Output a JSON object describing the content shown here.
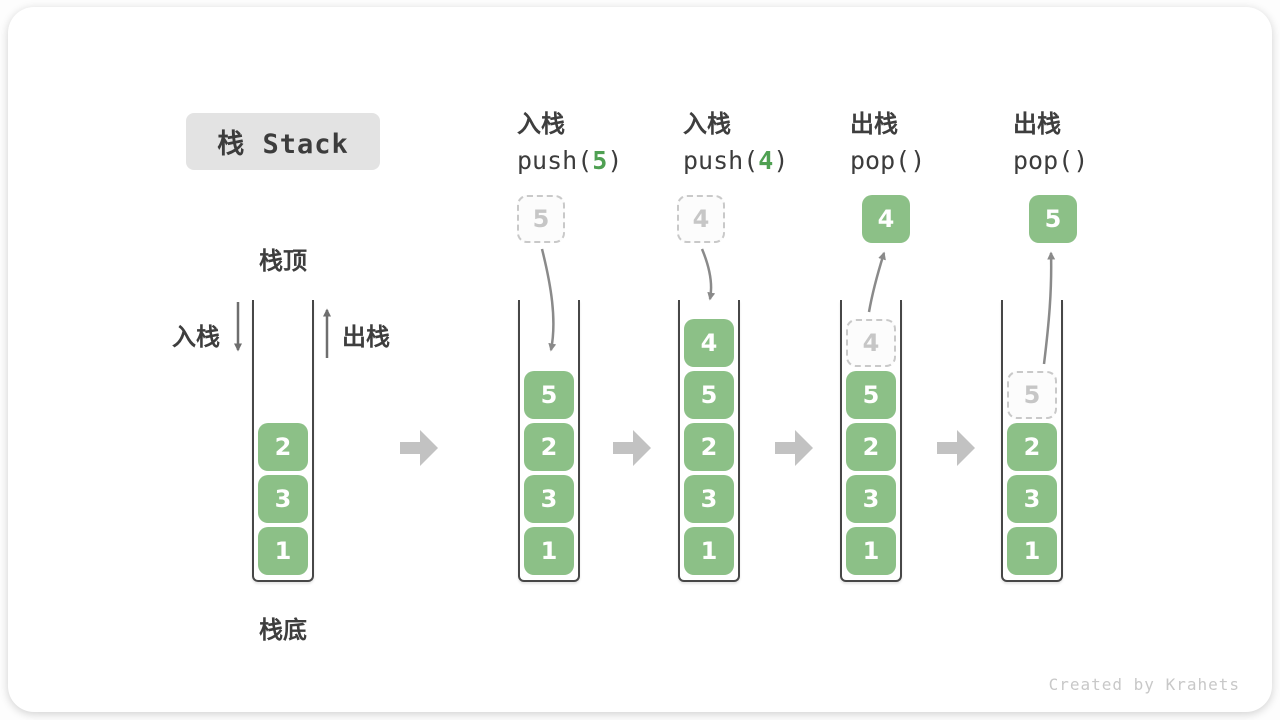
{
  "title": "栈 Stack",
  "watermark": "Created by Krahets",
  "first_column": {
    "top_label": "栈顶",
    "bottom_label": "栈底",
    "push_label": "入栈",
    "pop_label": "出栈"
  },
  "colors": {
    "box_green": "#8cc087",
    "code_arg_green": "#4fa052",
    "text_dark": "#3c3c3c",
    "dashed_gray": "#c9c9c9",
    "flow_arrow_gray": "#8a8a8a",
    "block_arrow_gray": "#c2c2c2",
    "title_bg": "#e3e3e3",
    "well_outline": "#474747"
  },
  "stages": [
    {
      "name": "initial",
      "items": [
        {
          "v": "2",
          "type": "solid"
        },
        {
          "v": "3",
          "type": "solid"
        },
        {
          "v": "1",
          "type": "solid"
        }
      ]
    },
    {
      "name": "push-5",
      "op_label": "入栈",
      "code_pre": "push(",
      "code_arg": "5",
      "code_post": ")",
      "float_item": {
        "v": "5",
        "type": "dashed"
      },
      "items": [
        {
          "v": "5",
          "type": "solid"
        },
        {
          "v": "2",
          "type": "solid"
        },
        {
          "v": "3",
          "type": "solid"
        },
        {
          "v": "1",
          "type": "solid"
        }
      ]
    },
    {
      "name": "push-4",
      "op_label": "入栈",
      "code_pre": "push(",
      "code_arg": "4",
      "code_post": ")",
      "float_item": {
        "v": "4",
        "type": "dashed"
      },
      "items": [
        {
          "v": "4",
          "type": "solid"
        },
        {
          "v": "5",
          "type": "solid"
        },
        {
          "v": "2",
          "type": "solid"
        },
        {
          "v": "3",
          "type": "solid"
        },
        {
          "v": "1",
          "type": "solid"
        }
      ]
    },
    {
      "name": "pop-4",
      "op_label": "出栈",
      "code_pre": "pop(",
      "code_arg": "",
      "code_post": ")",
      "float_item": {
        "v": "4",
        "type": "solid"
      },
      "items": [
        {
          "v": "4",
          "type": "dashed"
        },
        {
          "v": "5",
          "type": "solid"
        },
        {
          "v": "2",
          "type": "solid"
        },
        {
          "v": "3",
          "type": "solid"
        },
        {
          "v": "1",
          "type": "solid"
        }
      ]
    },
    {
      "name": "pop-5",
      "op_label": "出栈",
      "code_pre": "pop(",
      "code_arg": "",
      "code_post": ")",
      "float_item": {
        "v": "5",
        "type": "solid"
      },
      "items": [
        {
          "v": "5",
          "type": "dashed"
        },
        {
          "v": "2",
          "type": "solid"
        },
        {
          "v": "3",
          "type": "solid"
        },
        {
          "v": "1",
          "type": "solid"
        }
      ]
    }
  ]
}
